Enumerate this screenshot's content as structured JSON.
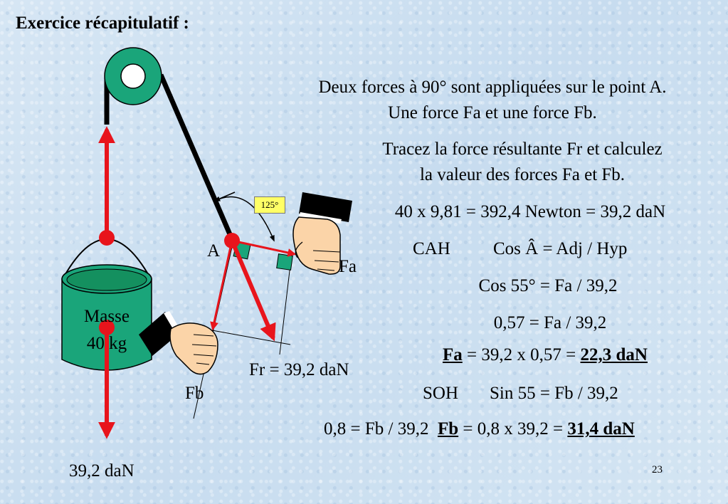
{
  "title": "Exercice récapitulatif :",
  "statement": {
    "line1": "Deux forces à 90° sont appliquées sur le point A.",
    "line2": "Une force Fa et une force Fb.",
    "line3": "Tracez la force résultante Fr et calculez",
    "line4": "la valeur des forces Fa et Fb."
  },
  "calc": {
    "weight": "40 x 9,81 = 392,4 Newton = 39,2 daN",
    "cah": "CAH",
    "cah_formula": "Cos Â = Adj / Hyp",
    "cos_line": "Cos 55° = Fa  /  39,2",
    "ratio_fa": "0,57 = Fa / 39,2",
    "fa_label": "Fa",
    "fa_mid": " = 39,2 x 0,57 = ",
    "fa_result": "22,3 daN",
    "soh": "SOH",
    "soh_formula": "Sin 55 = Fb /  39,2",
    "ratio_fb": "0,8 = Fb / 39,2",
    "fb_label": "Fb",
    "fb_mid": " = 0,8 x 39,2 = ",
    "fb_result": "31,4 daN"
  },
  "diagram": {
    "mass_line1": "Masse",
    "mass_line2": "40 kg",
    "point_label": "A",
    "fa_label": "Fa",
    "fb_label": "Fb",
    "fr_label": "Fr = 39,2 daN",
    "weight_label": "39,2 daN",
    "angle_label": "125°"
  },
  "colors": {
    "pulley": "#1aa57a",
    "bucket": "#1aa57a",
    "force_arrow": "#e8141c",
    "right_angle": "#1aa57a",
    "angle_box": "#ffff66"
  },
  "page_number": "23"
}
